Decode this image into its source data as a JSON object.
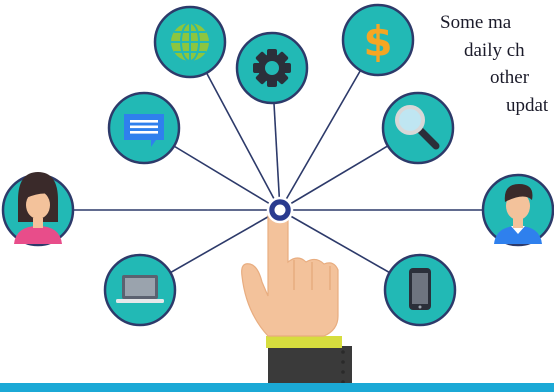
{
  "caption_lines": [
    "Some ma",
    "daily ch",
    "other",
    "updat"
  ],
  "colors": {
    "node_fill": "#22b9b5",
    "node_ring": "#2d3a6a",
    "line": "#2d3a6a",
    "hub_ring": "#2a3b8f",
    "skin": "#f3c29b",
    "sleeve": "#3a3a3a",
    "cuff": "#d6dd3e",
    "accent_bar": "#1ba9d6"
  },
  "nodes": [
    {
      "id": "globe",
      "icon": "globe-icon"
    },
    {
      "id": "gear",
      "icon": "gear-icon"
    },
    {
      "id": "dollar",
      "icon": "dollar-icon"
    },
    {
      "id": "chat",
      "icon": "chat-icon"
    },
    {
      "id": "search",
      "icon": "search-icon"
    },
    {
      "id": "woman",
      "icon": "woman-avatar-icon"
    },
    {
      "id": "man",
      "icon": "man-avatar-icon"
    },
    {
      "id": "laptop",
      "icon": "laptop-icon"
    },
    {
      "id": "phone",
      "icon": "phone-icon"
    }
  ]
}
